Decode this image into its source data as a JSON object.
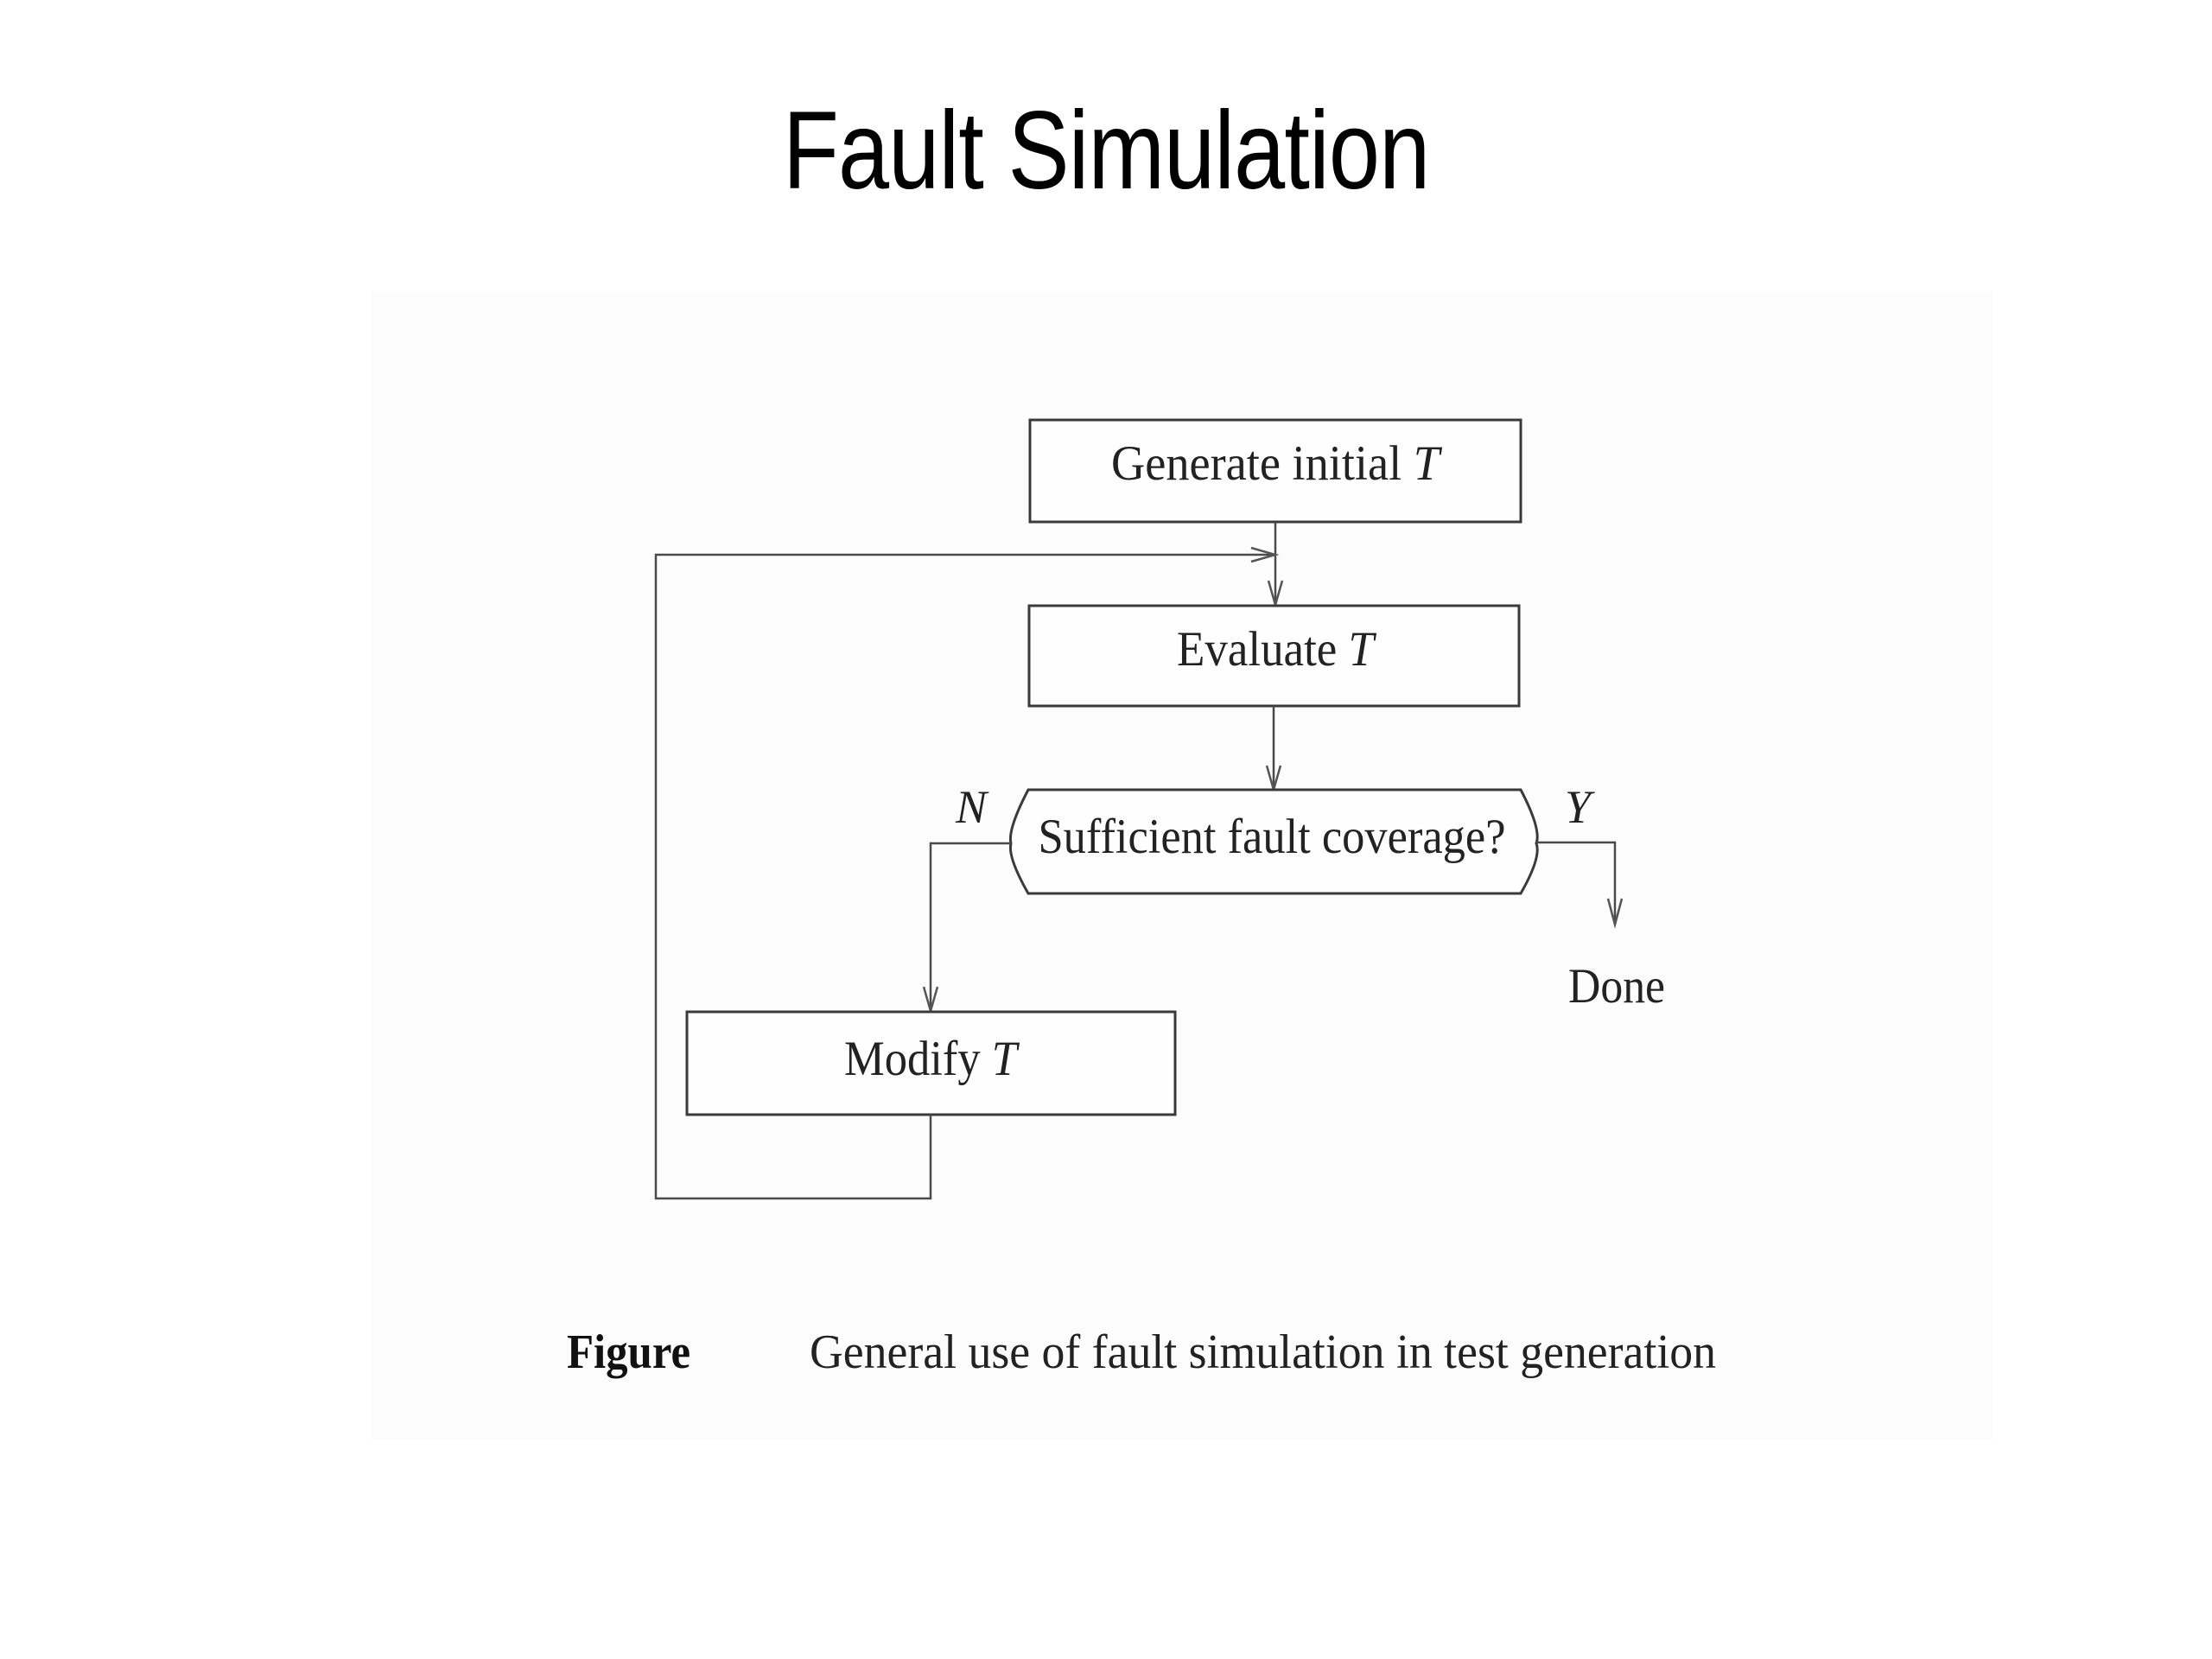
{
  "slide": {
    "title": "Fault Simulation"
  },
  "diagram": {
    "nodes": {
      "generate": {
        "text": "Generate initial ",
        "var": "T"
      },
      "evaluate": {
        "text": "Evaluate ",
        "var": "T"
      },
      "decision": {
        "text": "Sufficient fault coverage?"
      },
      "modify": {
        "text": "Modify ",
        "var": "T"
      },
      "done": {
        "text": "Done"
      }
    },
    "branches": {
      "no": "N",
      "yes": "Y"
    },
    "caption": {
      "key": "Figure",
      "text": "General use of fault simulation in test generation"
    }
  },
  "colors": {
    "panel_background": "#fcfcfc",
    "line": "#4a4a4a",
    "text": "#222222"
  }
}
